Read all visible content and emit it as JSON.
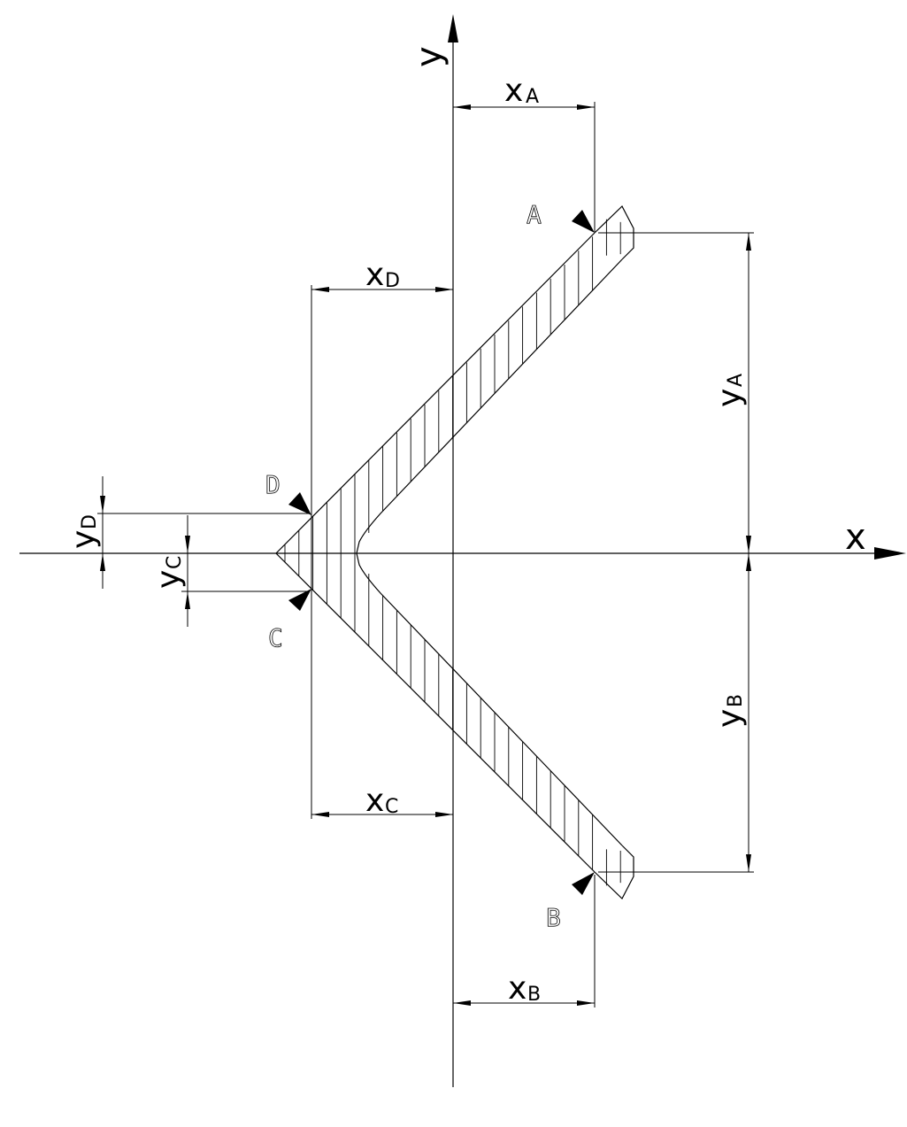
{
  "axes": {
    "x_label": "x",
    "y_label": "y"
  },
  "points": {
    "a": "A",
    "b": "B",
    "c": "C",
    "d": "D"
  },
  "dimensions": {
    "xa": {
      "main": "x",
      "sub": "A"
    },
    "xb": {
      "main": "x",
      "sub": "B"
    },
    "xc": {
      "main": "x",
      "sub": "C"
    },
    "xd": {
      "main": "x",
      "sub": "D"
    },
    "ya": {
      "main": "y",
      "sub": "A"
    },
    "yb": {
      "main": "y",
      "sub": "B"
    },
    "yc": {
      "main": "y",
      "sub": "C"
    },
    "yd": {
      "main": "y",
      "sub": "D"
    }
  },
  "colors": {
    "ink": "#000000",
    "background": "#ffffff"
  }
}
